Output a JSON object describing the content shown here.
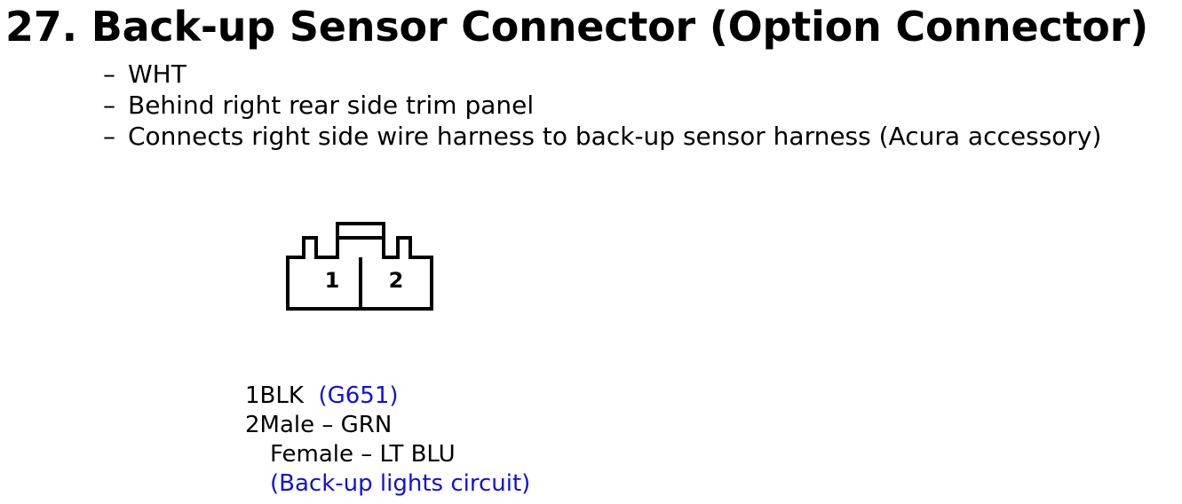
{
  "title": "27. Back-up Sensor Connector (Option Connector)",
  "bullets": [
    "WHT",
    "Behind right rear side trim panel",
    "Connects right side wire harness to back-up sensor harness (Acura accessory)"
  ],
  "bullet_marker": "–",
  "connector": {
    "pins": [
      "1",
      "2"
    ]
  },
  "pin_info": {
    "pin1_label": "1BLK",
    "pin1_ref": "(G651)",
    "pin2_label": "2Male – GRN",
    "pin2_female": "Female – LT BLU",
    "pin2_ref": "(Back-up lights circuit)"
  },
  "colors": {
    "reference_text": "#1010e0",
    "line": "#000000"
  }
}
